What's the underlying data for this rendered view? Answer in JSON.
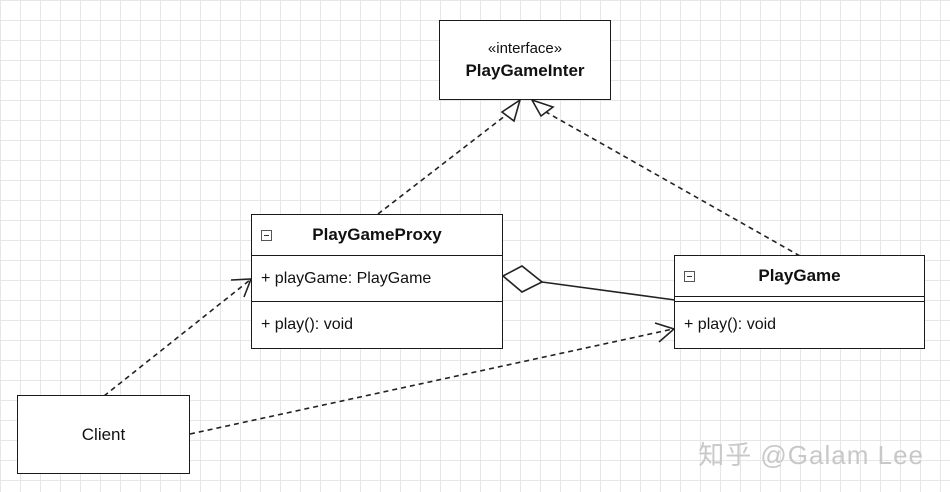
{
  "interface_box": {
    "stereotype": "«interface»",
    "name": "PlayGameInter"
  },
  "proxy_class": {
    "name": "PlayGameProxy",
    "attribute": "+ playGame: PlayGame",
    "operation": "+ play(): void"
  },
  "play_class": {
    "name": "PlayGame",
    "operation": "+ play(): void"
  },
  "client_box": {
    "name": "Client"
  },
  "watermark": "知乎 @Galam Lee"
}
